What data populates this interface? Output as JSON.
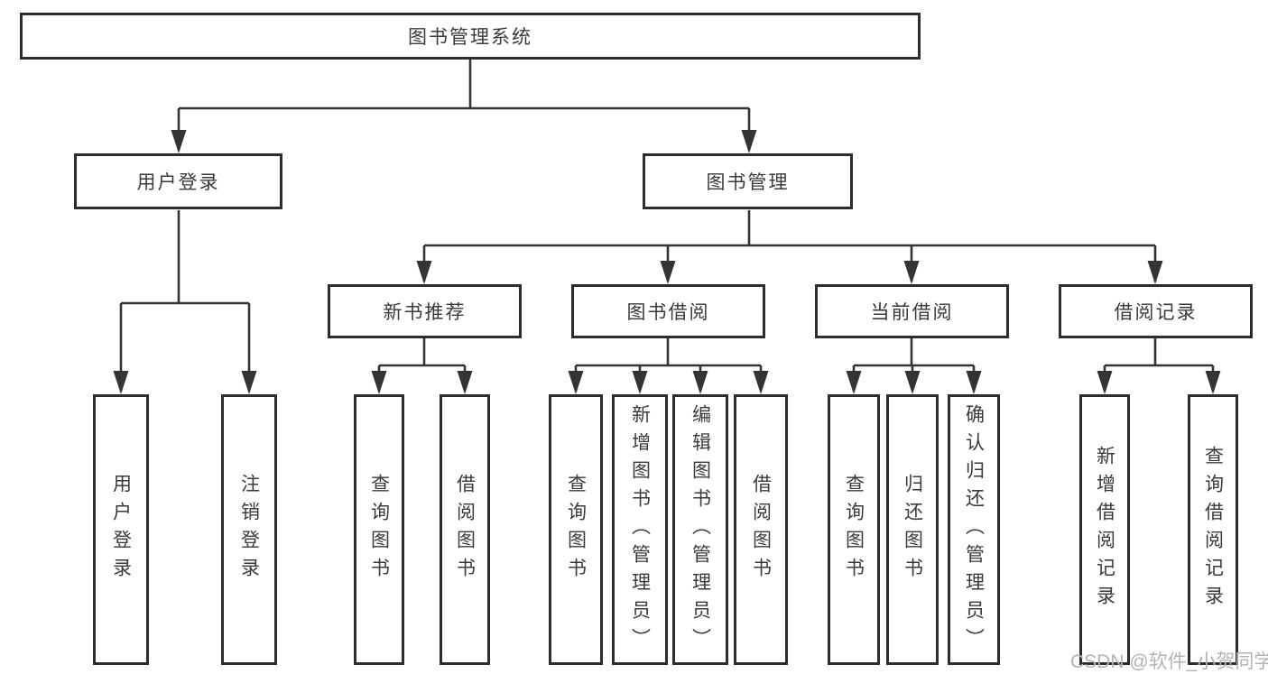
{
  "diagram": {
    "title": "图书管理系统",
    "level2": {
      "login": "用户登录",
      "management": "图书管理"
    },
    "level3": {
      "recommend": "新书推荐",
      "borrow": "图书借阅",
      "current": "当前借阅",
      "records": "借阅记录"
    },
    "leaves": {
      "login": [
        "用户登录",
        "注销登录"
      ],
      "recommend": [
        "查询图书",
        "借阅图书"
      ],
      "borrow": [
        "查询图书",
        "新增图书（管理员）",
        "编辑图书（管理员）",
        "借阅图书"
      ],
      "current": [
        "查询图书",
        "归还图书",
        "确认归还（管理员）"
      ],
      "records": [
        "新增借阅记录",
        "查询借阅记录"
      ]
    }
  },
  "watermark": "CSDN @软件_小贺同学",
  "colors": {
    "line": "#343434",
    "border": "#2d2d2d",
    "text": "#3a3a3a",
    "watermark": "#b3b3b3"
  }
}
